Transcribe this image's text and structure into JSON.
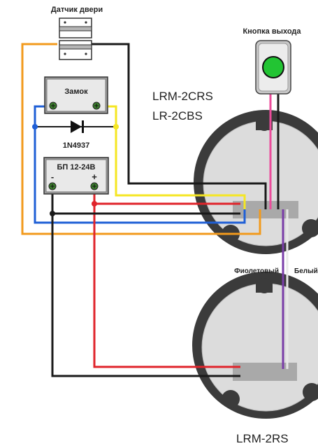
{
  "labels": {
    "door_sensor": "Датчик двери",
    "exit_button": "Кнопка выхода",
    "lock": "Замок",
    "diode": "1N4937",
    "psu": "БП 12-24В",
    "psu_minus": "-",
    "psu_plus": "+",
    "model_top_line1": "LRM-2CRS",
    "model_top_line2": "LR-2CBS",
    "model_bottom": "LRM-2RS",
    "wire_violet": "Фиолетовый",
    "wire_white": "Белый"
  },
  "wire_colors": {
    "orange": "#f29a1c",
    "black": "#1a1a1a",
    "yellow": "#f5e623",
    "blue": "#1f5fd6",
    "red": "#e0242b",
    "pink": "#ec4c9b",
    "violet": "#7a3da8",
    "white": "#e8e8e8"
  },
  "reader_color": "#3a3a3a",
  "button_led_color": "#22c433"
}
